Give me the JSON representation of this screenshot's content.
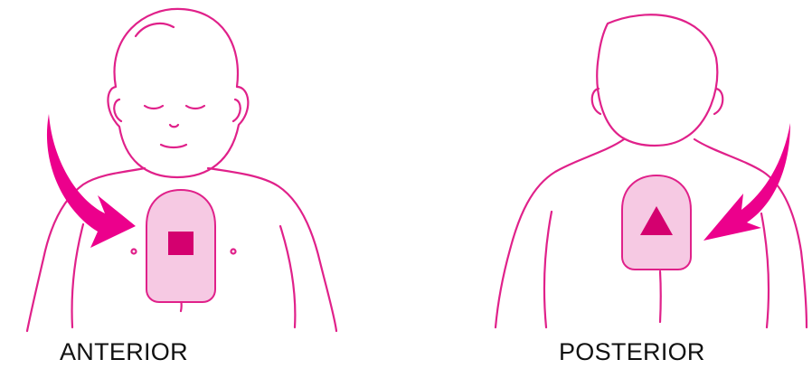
{
  "labels": {
    "anterior": "ANTERIOR",
    "posterior": "POSTERIOR"
  },
  "colors": {
    "line": "#e0218a",
    "arrow": "#ec008c",
    "pad_fill": "#f6c9e3",
    "pad_outline": "#e0218a",
    "marker": "#d4006f"
  },
  "icons": {
    "anterior_pad_marker": "square",
    "posterior_pad_marker": "triangle"
  }
}
